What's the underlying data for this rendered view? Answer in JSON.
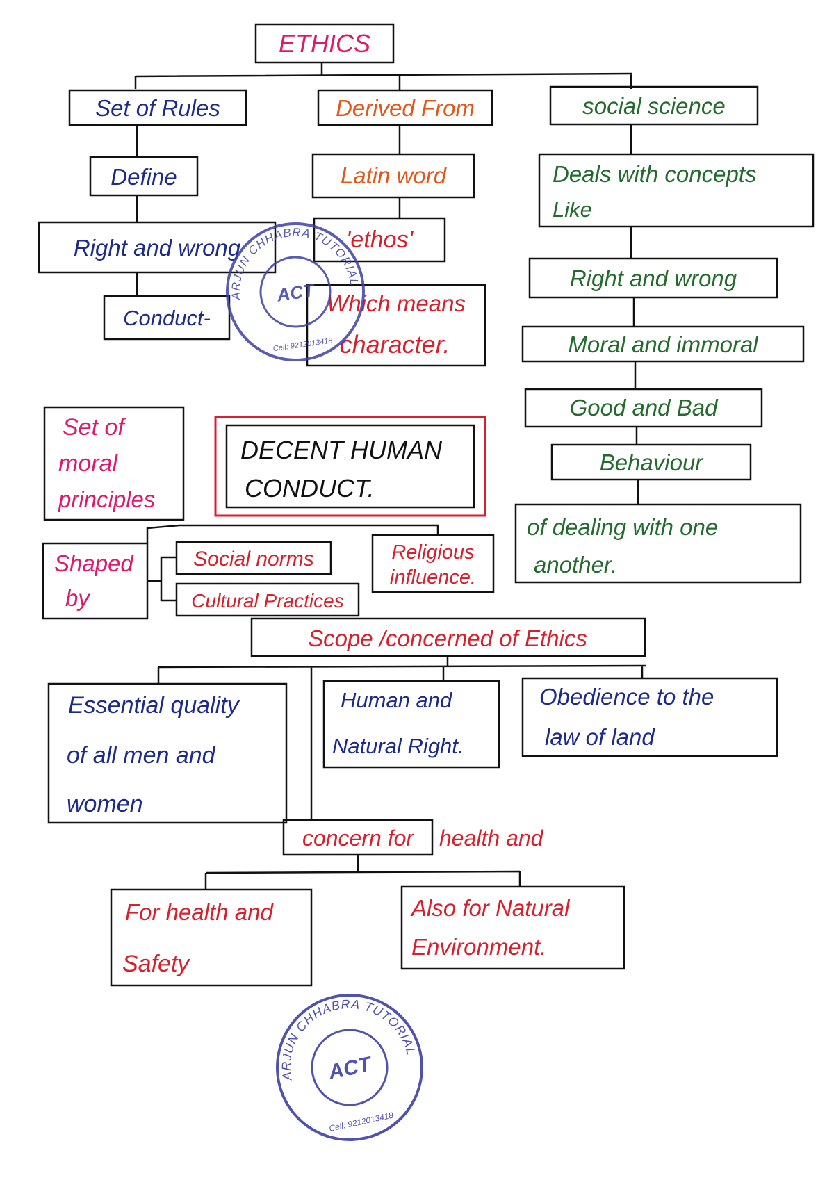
{
  "colors": {
    "ink": "#111111",
    "pink": "#e0196a",
    "orange": "#e2571a",
    "green": "#236b2d",
    "blue": "#1c2a8c",
    "red": "#d81f2c",
    "stamp": "#3e40a6"
  },
  "title": "ETHICS",
  "branch_rules": {
    "root": "Set of Rules",
    "define": "Define",
    "right_wrong": "Right and wrong",
    "conduct": "Conduct-"
  },
  "branch_derived": {
    "root": "Derived From",
    "latin": "Latin word",
    "ethos": "'ethos'",
    "which_means": "Which means",
    "character": "character."
  },
  "branch_social": {
    "root": "social science",
    "deals_1": "Deals with concepts",
    "deals_2": "Like",
    "right_wrong": "Right and wrong",
    "moral": "Moral and immoral",
    "good_bad": "Good and Bad",
    "behaviour": "Behaviour",
    "dealing_1": "of dealing with one",
    "dealing_2": "another."
  },
  "principles": {
    "line1": "Set of",
    "line2": "moral",
    "line3": "principles",
    "shaped_1": "Shaped",
    "shaped_2": "by",
    "social_norms": "Social norms",
    "cultural": "Cultural Practices",
    "religious_1": "Religious",
    "religious_2": "influence."
  },
  "decent": {
    "line1": "DECENT HUMAN",
    "line2": "CONDUCT."
  },
  "scope": {
    "title": "Scope /concerned of Ethics",
    "essential_1": "Essential quality",
    "essential_2": "of all men and",
    "essential_3": "women",
    "human_1": "Human and",
    "human_2": "Natural Right.",
    "obedience_1": "Obedience to the",
    "obedience_2": "law of land",
    "concern_box": "concern for",
    "concern_rest": "health and",
    "health_1": "For health and",
    "health_2": "Safety",
    "natural_1": "Also for Natural",
    "natural_2": "Environment."
  },
  "stamp": {
    "ring_text": "ARJUN CHHABRA TUTORIAL",
    "center": "ACT",
    "phone": "Cell: 9212013418"
  }
}
